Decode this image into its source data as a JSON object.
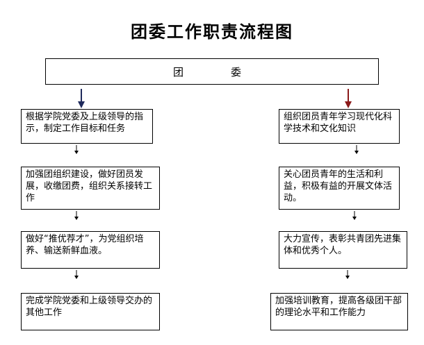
{
  "title": "团委工作职责流程图",
  "top_box": {
    "char1": "团",
    "char2": "委"
  },
  "left_column": [
    "根据学院党委及上级领导的指示，制定工作目标和任务",
    "加强团组织建设，做好团员发展，收缴团费，组织关系接转工作",
    "做好“推优荐才”，为党组织培养、输送新鲜血液。",
    "完成学院党委和上级领导交办的其他工作"
  ],
  "right_column": [
    "组织团员青年学习现代化科学技术和文化知识",
    "关心团员青年的生活和利益，积极有益的开展文体活动。",
    "大力宣传，表彰共青团先进集体和优秀个人。",
    "加强培训教育，提高各级团干部的理论水平和工作能力"
  ],
  "colors": {
    "arrow_left": "#1f2a5c",
    "arrow_right": "#8b1a1a",
    "line": "#000000"
  }
}
